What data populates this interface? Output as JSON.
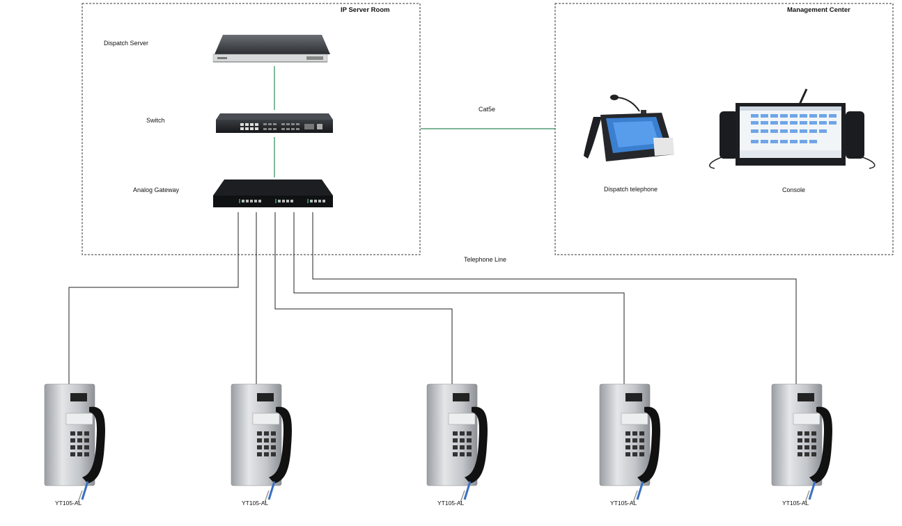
{
  "zones": {
    "server_room": {
      "title": "IP Server Room"
    },
    "management": {
      "title": "Management Center"
    }
  },
  "devices": {
    "dispatch_server": "Dispatch Server",
    "switch": "Switch",
    "gateway": "Analog Gateway",
    "dispatch_telephone": "Dispatch telephone",
    "console": "Console"
  },
  "links": {
    "cat5e": "Cat5e",
    "telephone_line": "Telephone Line"
  },
  "phones": [
    {
      "label": "YT105-AL"
    },
    {
      "label": "YT105-AL"
    },
    {
      "label": "YT105-AL"
    },
    {
      "label": "YT105-AL"
    },
    {
      "label": "YT105-AL"
    }
  ],
  "colors": {
    "cat5e_line": "#2e8b57",
    "telephone_line": "#222222",
    "zone_border": "#333333"
  }
}
